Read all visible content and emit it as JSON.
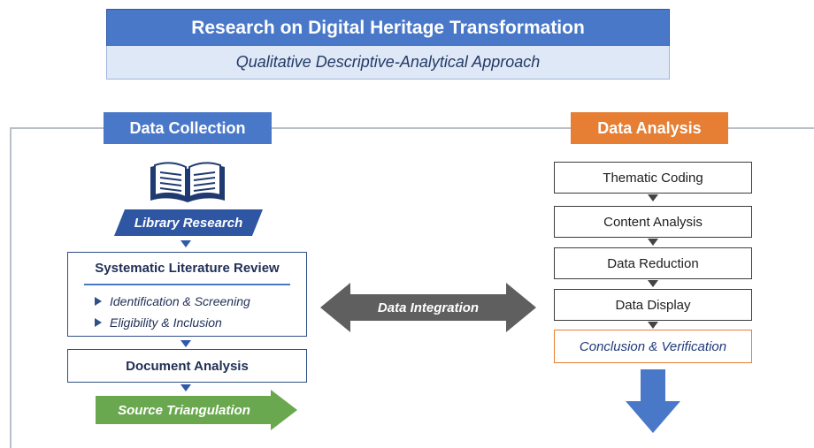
{
  "header": {
    "title": "Research on Digital Heritage Transformation",
    "subtitle": "Qualitative Descriptive-Analytical Approach"
  },
  "collection": {
    "heading": "Data Collection",
    "library_label": "Library Research",
    "slr": {
      "title": "Systematic Literature Review",
      "items": [
        "Identification & Screening",
        "Eligibility & Inclusion"
      ]
    },
    "document_analysis": "Document Analysis",
    "source_triangulation": "Source Triangulation"
  },
  "integration": {
    "label": "Data Integration"
  },
  "analysis": {
    "heading": "Data Analysis",
    "steps": [
      "Thematic Coding",
      "Content Analysis",
      "Data Reduction",
      "Data Display",
      "Conclusion & Verification"
    ]
  },
  "colors": {
    "blue": "#4a78c9",
    "orange": "#e67e33",
    "green": "#6aa84f",
    "gray_arrow": "#5f5f5f",
    "navy": "#1f2f55"
  },
  "icons": {
    "book": "open-book-icon",
    "bullet": "triangle-right-icon"
  }
}
